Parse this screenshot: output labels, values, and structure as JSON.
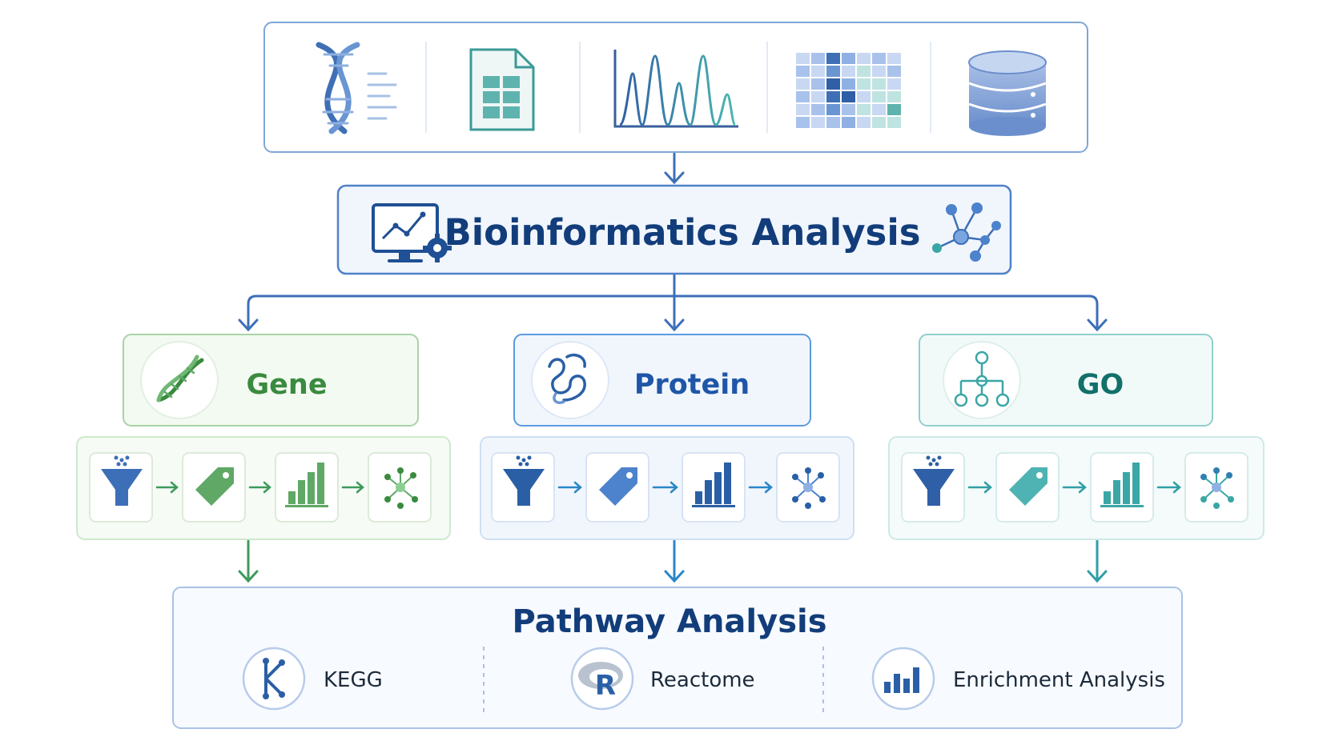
{
  "analysis": {
    "title": "Bioinformatics Analysis"
  },
  "inputs": {
    "items": [
      {
        "icon": "dna-sequence-icon"
      },
      {
        "icon": "spreadsheet-file-icon"
      },
      {
        "icon": "spectrum-chart-icon"
      },
      {
        "icon": "heatmap-matrix-icon"
      },
      {
        "icon": "database-icon"
      }
    ]
  },
  "branches": [
    {
      "label": "Gene",
      "icon": "dna-icon",
      "color": "#3a8a3f",
      "accent": "#5fa866",
      "border": "#a8d4a6",
      "bg": "#f3faf2"
    },
    {
      "label": "Protein",
      "icon": "protein-structure-icon",
      "color": "#1f56a8",
      "accent": "#3e7fd1",
      "border": "#5b9be0",
      "bg": "#f1f6fd"
    },
    {
      "label": "GO",
      "icon": "hierarchy-tree-icon",
      "color": "#12706a",
      "accent": "#3ba6a6",
      "border": "#8fd0cc",
      "bg": "#f2faf9"
    }
  ],
  "steps": [
    "filter-icon",
    "tag-icon",
    "bar-chart-icon",
    "network-icon"
  ],
  "pathway": {
    "title": "Pathway Analysis",
    "tools": [
      {
        "label": "KEGG",
        "icon": "kegg-logo-icon"
      },
      {
        "label": "Reactome",
        "icon": "r-logo-icon"
      },
      {
        "label": "Enrichment Analysis",
        "icon": "enrichment-bars-icon"
      }
    ]
  },
  "colors": {
    "primary": "#2f5fa6",
    "title": "#123d7a",
    "connector": "#3d6fb8"
  }
}
